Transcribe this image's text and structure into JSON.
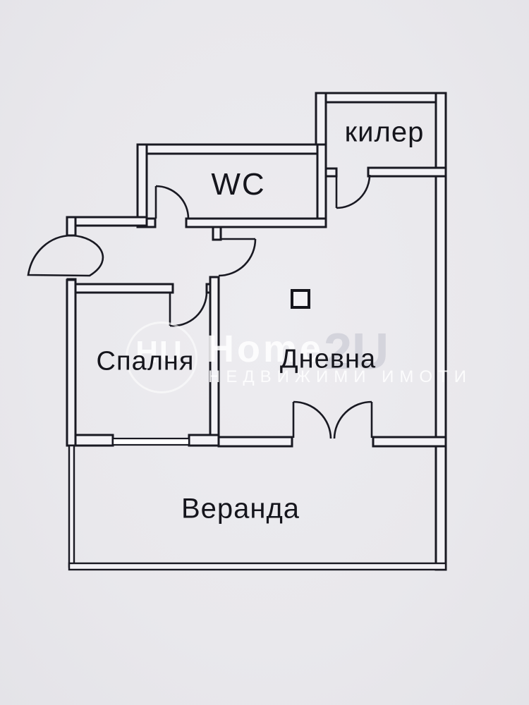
{
  "colors": {
    "paper": "#eae9ed",
    "wall_line": "#191922",
    "wall_fill": "#f3f2f6",
    "label_text": "#15151c",
    "watermark_text": "#ffffff",
    "watermark_accent": "#ceced7"
  },
  "rooms": {
    "kiler": {
      "label": "килер"
    },
    "wc": {
      "label": "WC"
    },
    "spalnya": {
      "label": "Спалня"
    },
    "dnevna": {
      "label": "Дневна"
    },
    "veranda": {
      "label": "Веранда"
    }
  },
  "watermark": {
    "logo": "HU",
    "brand_main": "Home",
    "brand_suffix": "2U",
    "subtitle": "НЕДВИЖИМИ ИМОТИ"
  }
}
